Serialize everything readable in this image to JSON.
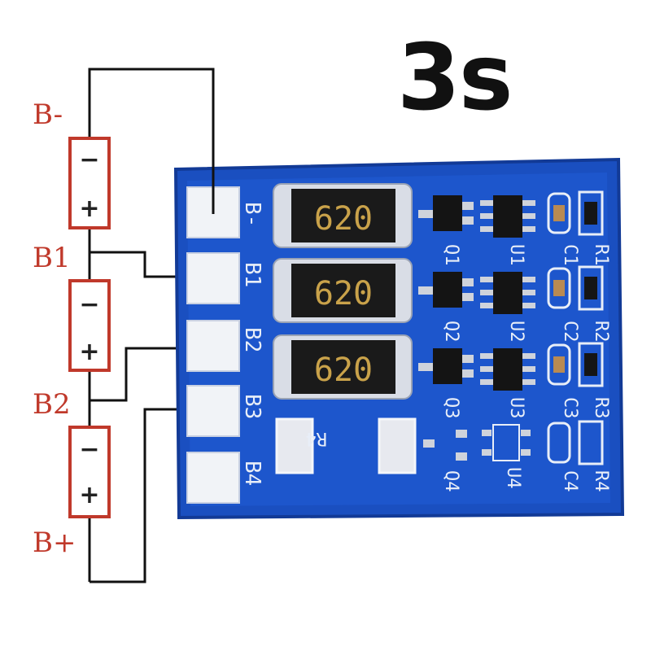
{
  "title": "3s",
  "cell_labels": {
    "b_minus": "B-",
    "b1": "B1",
    "b2": "B2",
    "b_plus": "B+"
  },
  "cells": [
    {
      "minus": "−",
      "plus": "+"
    },
    {
      "minus": "−",
      "plus": "+"
    },
    {
      "minus": "−",
      "plus": "+"
    }
  ],
  "board": {
    "pads": [
      "B-",
      "B1",
      "B2",
      "B3",
      "B4"
    ],
    "resistors": [
      "620",
      "620",
      "620"
    ],
    "transistors": [
      "Q1",
      "Q2",
      "Q3",
      "Q4"
    ],
    "ics": [
      "U1",
      "U2",
      "U3",
      "U4"
    ],
    "caps": [
      "C1",
      "C2",
      "C3",
      "C4"
    ],
    "res_small": [
      "R1",
      "R2",
      "R3",
      "R4"
    ],
    "r4_label": "R4"
  },
  "colors": {
    "board": "#1a4fc0",
    "board_edge": "#123a96",
    "cell_outline": "#c0392b",
    "wire": "#111111",
    "label": "#c0392b"
  }
}
